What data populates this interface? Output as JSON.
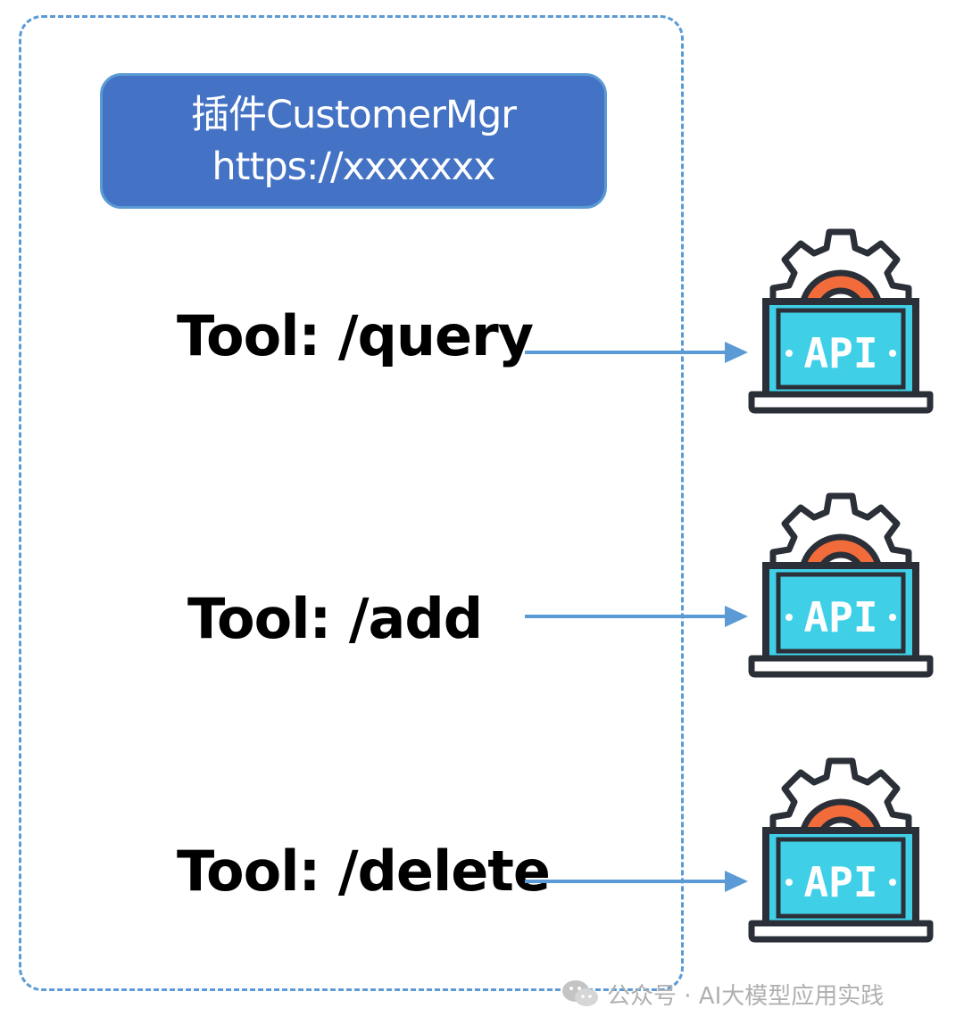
{
  "plugin": {
    "name": "插件CustomerMgr",
    "url": "https://xxxxxxx"
  },
  "tools": [
    {
      "label": "Tool: /query",
      "api_label": "API"
    },
    {
      "label": "Tool: /add",
      "api_label": "API"
    },
    {
      "label": "Tool: /delete",
      "api_label": "API"
    }
  ],
  "watermark": {
    "text": "公众号 · AI大模型应用实践",
    "icon": "wechat-icon"
  },
  "colors": {
    "frame_border": "#5b9bd5",
    "header_fill": "#4472c4",
    "arrow": "#5b9bd5",
    "api_screen": "#3fd0e8",
    "gear_orange": "#f26b3a",
    "outline": "#2b2f38"
  },
  "icons": {
    "api": "api-laptop-gear-icon"
  }
}
